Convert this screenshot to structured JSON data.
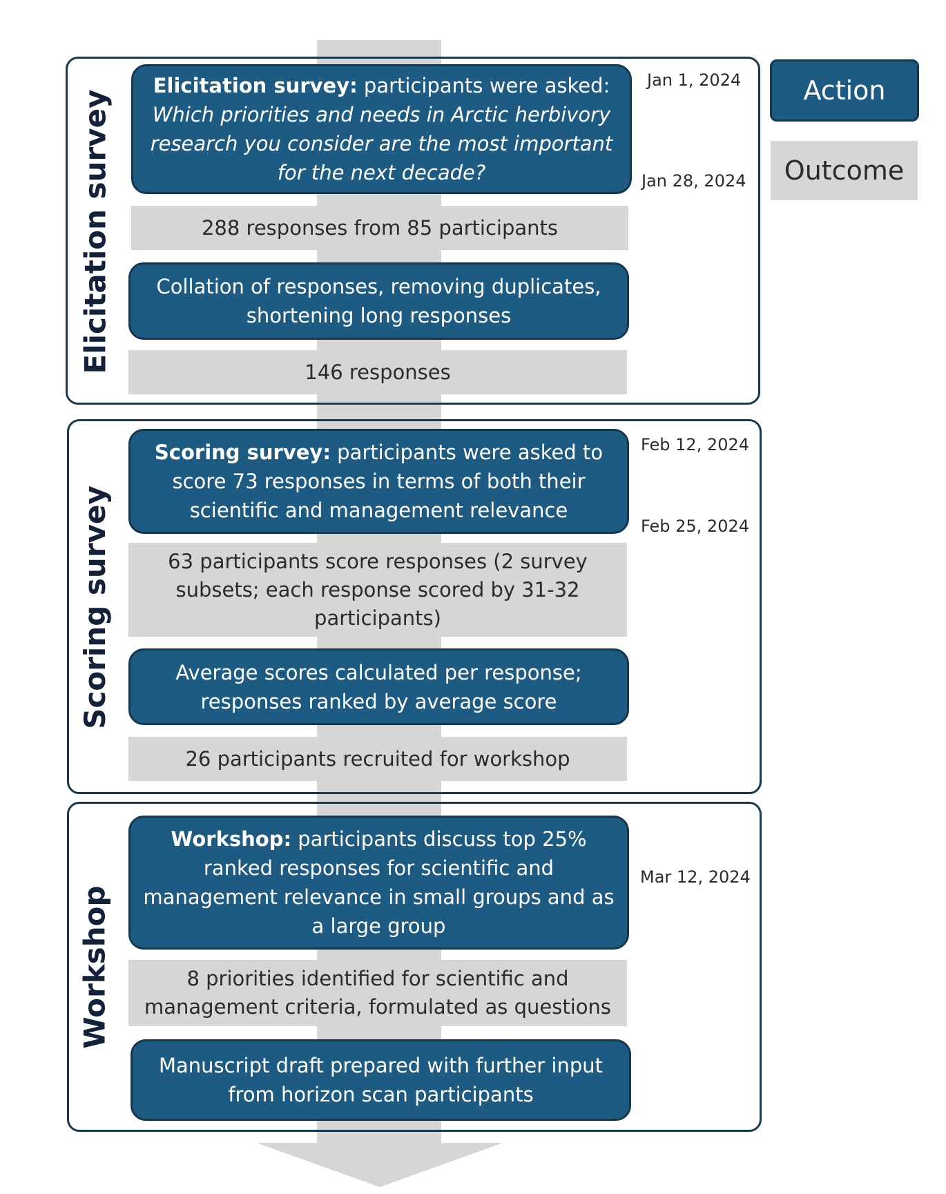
{
  "legend": {
    "action": "Action",
    "outcome": "Outcome"
  },
  "colors": {
    "action_fill": "#1d5b82",
    "action_border": "#13374f",
    "outcome_fill": "#d6d6d6",
    "frame": "#17384f"
  },
  "phases": [
    {
      "label": "Elicitation survey",
      "dates": [
        "Jan 1, 2024",
        "Jan 28, 2024"
      ],
      "step1": {
        "bold": "Elicitation survey:",
        "text": " participants were asked: ",
        "italic": "Which priorities and needs in Arctic herbivory research you consider are the most important for the next decade?"
      },
      "outcome1": "288 responses from 85 participants",
      "step2": "Collation of responses, removing duplicates, shortening long responses",
      "outcome2": "146 responses"
    },
    {
      "label": "Scoring survey",
      "dates": [
        "Feb 12, 2024",
        "Feb 25, 2024"
      ],
      "step1": {
        "bold": "Scoring survey:",
        "text": " participants were asked to score 73 responses in terms of both their scientific and management relevance"
      },
      "outcome1": "63 participants score responses (2 survey subsets; each response scored by 31-32 participants)",
      "step2": "Average scores calculated per response; responses ranked by average score",
      "outcome2": "26 participants recruited for workshop"
    },
    {
      "label": "Workshop",
      "dates": [
        "Mar 12, 2024"
      ],
      "step1": {
        "bold": "Workshop:",
        "text": " participants discuss top 25% ranked responses for scientific and management relevance in small groups and as a large group"
      },
      "outcome1": "8 priorities identified for scientific and management criteria, formulated as questions",
      "step2": "Manuscript draft prepared with further input from horizon scan participants"
    }
  ]
}
